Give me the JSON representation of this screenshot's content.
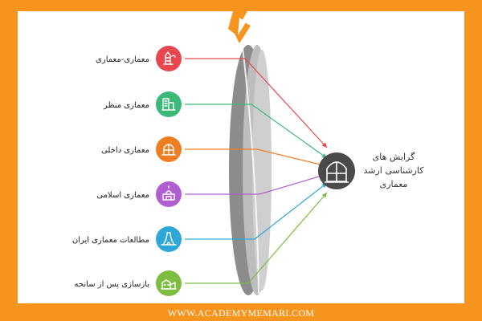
{
  "diagram": {
    "items": [
      {
        "label": "معماری-معماری",
        "color": "#e8474f",
        "icon": "tower-icon"
      },
      {
        "label": "معماری منظر",
        "color": "#3cb878",
        "icon": "buildings-tree-icon"
      },
      {
        "label": "معماری داخلی",
        "color": "#ef7d22",
        "icon": "window-icon"
      },
      {
        "label": "معماری اسلامی",
        "color": "#b15fd0",
        "icon": "mosque-icon"
      },
      {
        "label": "مطالعات معماری ایران",
        "color": "#2ea6d8",
        "icon": "azadi-tower-icon"
      },
      {
        "label": "بازسازی پس از سانحه",
        "color": "#7cbd42",
        "icon": "ruins-icon"
      }
    ],
    "target": {
      "lines": [
        "گرایش های",
        "کارشناسی ارشد",
        "معماری"
      ],
      "icon": "building-window-icon",
      "color": "#4a4a4a"
    }
  },
  "branding": {
    "logo_icon": "academy-logo-icon",
    "website": "WWW.ACADEMYMEMARI.COM"
  },
  "colors": {
    "frame": "#f7941d",
    "lens": "#8c8c8c",
    "lens_light": "#bdbdbd"
  }
}
